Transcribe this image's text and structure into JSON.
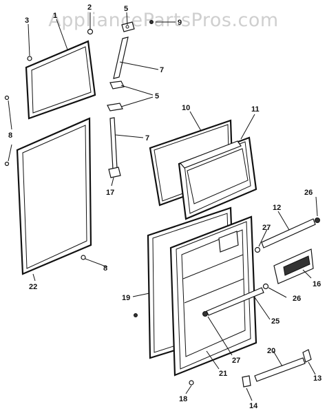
{
  "watermark": "AppliancePartsPros.com",
  "callouts": [
    {
      "id": "c1",
      "text": "1"
    },
    {
      "id": "c2",
      "text": "2"
    },
    {
      "id": "c3",
      "text": "3"
    },
    {
      "id": "c5a",
      "text": "5"
    },
    {
      "id": "c9",
      "text": "9"
    },
    {
      "id": "c7a",
      "text": "7"
    },
    {
      "id": "c5b",
      "text": "5"
    },
    {
      "id": "c8a",
      "text": "8"
    },
    {
      "id": "c7b",
      "text": "7"
    },
    {
      "id": "c10",
      "text": "10"
    },
    {
      "id": "c11",
      "text": "11"
    },
    {
      "id": "c17",
      "text": "17"
    },
    {
      "id": "c26a",
      "text": "26"
    },
    {
      "id": "c12",
      "text": "12"
    },
    {
      "id": "c27a",
      "text": "27"
    },
    {
      "id": "c8b",
      "text": "8"
    },
    {
      "id": "c16",
      "text": "16"
    },
    {
      "id": "c19",
      "text": "19"
    },
    {
      "id": "c26b",
      "text": "26"
    },
    {
      "id": "c25",
      "text": "25"
    },
    {
      "id": "c22",
      "text": "22"
    },
    {
      "id": "c27b",
      "text": "27"
    },
    {
      "id": "c21",
      "text": "21"
    },
    {
      "id": "c20",
      "text": "20"
    },
    {
      "id": "c13",
      "text": "13"
    },
    {
      "id": "c18",
      "text": "18"
    },
    {
      "id": "c14",
      "text": "14"
    }
  ]
}
